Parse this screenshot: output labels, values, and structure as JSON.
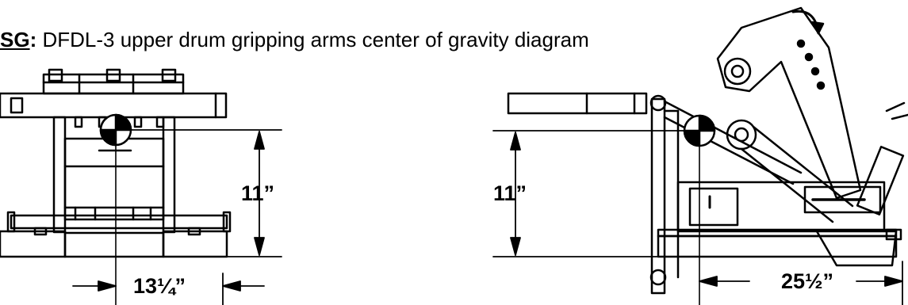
{
  "caption": {
    "code": "SG",
    "colon": ":",
    "text": " DFDL-3 upper drum gripping arms center of gravity diagram"
  },
  "dimensions": {
    "front_height": "11”",
    "front_offset": "13¼”",
    "side_height": "11”",
    "side_offset": "25½”"
  }
}
